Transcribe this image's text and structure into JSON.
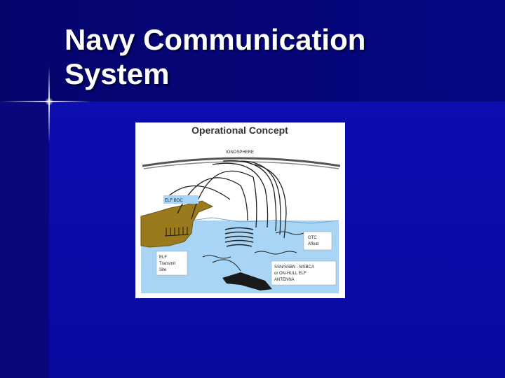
{
  "slide": {
    "title_line1": "Navy Communication",
    "title_line2": "System"
  },
  "figure": {
    "heading": "Operational Concept",
    "labels": {
      "ionosphere": "IONOSPHERE",
      "elf_boc": "ELF BOC",
      "otc_afloat_1": "OTC",
      "otc_afloat_2": "Afloat",
      "elf_site_1": "ELF",
      "elf_site_2": "Transmit",
      "elf_site_3": "Site",
      "ssn_1": "SSN/SSBN - MSBCA",
      "ssn_2": "or ON-HULL ELF",
      "ssn_3": "ANTENNA"
    }
  },
  "colors": {
    "slide_background": "#0a0aa0",
    "title": "#ffffff",
    "water": "#a8d4f5",
    "land": "#9a7a1c"
  }
}
